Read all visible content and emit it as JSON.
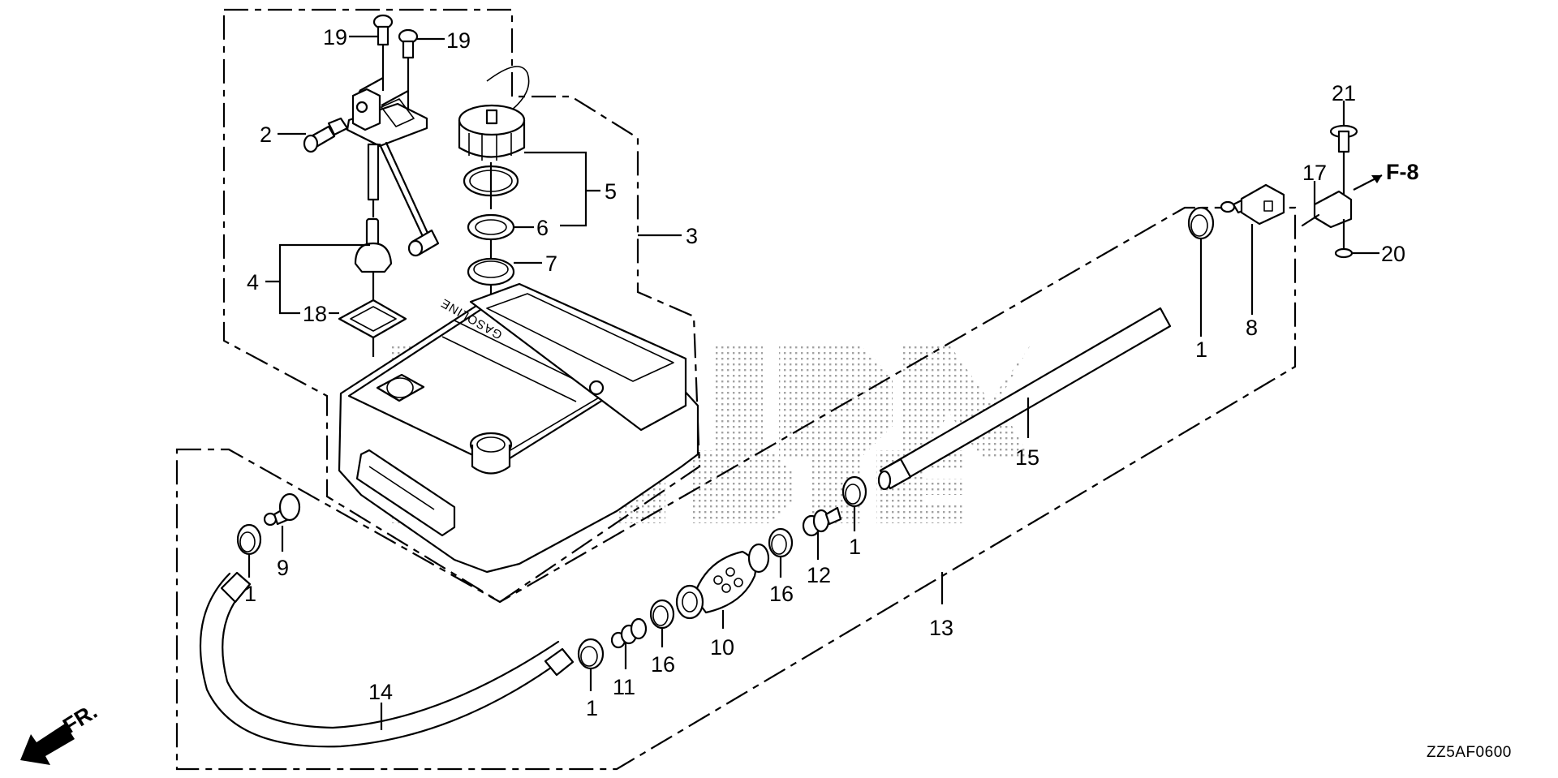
{
  "diagram": {
    "title": "Fuel Tank Parts Diagram",
    "diagram_code": "ZZ5AF0600",
    "reference": "F-8",
    "front_indicator": "FR.",
    "tank_label": "GASOLINE",
    "callouts": [
      {
        "id": "c19a",
        "label": "19",
        "part": "bolt"
      },
      {
        "id": "c19b",
        "label": "19",
        "part": "bolt"
      },
      {
        "id": "c2",
        "label": "2",
        "part": "hose joint"
      },
      {
        "id": "c5",
        "label": "5",
        "part": "fuel cap assembly"
      },
      {
        "id": "c6",
        "label": "6",
        "part": "cap gasket"
      },
      {
        "id": "c7",
        "label": "7",
        "part": "filler ring"
      },
      {
        "id": "c3",
        "label": "3",
        "part": "fuel tank assembly"
      },
      {
        "id": "c4",
        "label": "4",
        "part": "fuel gauge assembly"
      },
      {
        "id": "c18",
        "label": "18",
        "part": "gauge gasket"
      },
      {
        "id": "c21",
        "label": "21",
        "part": "bolt"
      },
      {
        "id": "c17",
        "label": "17",
        "part": "fuel connector"
      },
      {
        "id": "c20",
        "label": "20",
        "part": "washer"
      },
      {
        "id": "c8",
        "label": "8",
        "part": "fuel connector joint"
      },
      {
        "id": "c1a",
        "label": "1",
        "part": "hose clamp"
      },
      {
        "id": "c15",
        "label": "15",
        "part": "fuel tube"
      },
      {
        "id": "c1b",
        "label": "1",
        "part": "hose clamp"
      },
      {
        "id": "c12",
        "label": "12",
        "part": "joint"
      },
      {
        "id": "c16a",
        "label": "16",
        "part": "collar"
      },
      {
        "id": "c10",
        "label": "10",
        "part": "primer bulb"
      },
      {
        "id": "c13",
        "label": "13",
        "part": "fuel tube assembly"
      },
      {
        "id": "c16b",
        "label": "16",
        "part": "collar"
      },
      {
        "id": "c11",
        "label": "11",
        "part": "joint"
      },
      {
        "id": "c1c",
        "label": "1",
        "part": "hose clamp"
      },
      {
        "id": "c14",
        "label": "14",
        "part": "fuel tube"
      },
      {
        "id": "c1d",
        "label": "1",
        "part": "hose clamp"
      },
      {
        "id": "c9",
        "label": "9",
        "part": "connector"
      }
    ]
  }
}
